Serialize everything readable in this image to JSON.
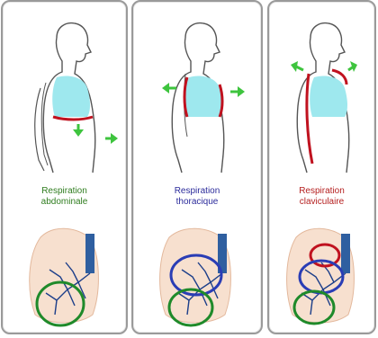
{
  "panels": [
    {
      "label_line1": "Respiration",
      "label_line2": "abdominale",
      "label_color": "#2f7d1f",
      "highlight_color": "#c0121f",
      "arrow_color": "#3ec43e",
      "lung_circle_colors": [
        "#1f8a2a"
      ]
    },
    {
      "label_line1": "Respiration",
      "label_line2": "thoracique",
      "label_color": "#2b2b9b",
      "highlight_color": "#c0121f",
      "arrow_color": "#3ec43e",
      "lung_circle_colors": [
        "#2a3db5",
        "#1f8a2a"
      ]
    },
    {
      "label_line1": "Respiration",
      "label_line2": "claviculaire",
      "label_color": "#b52020",
      "highlight_color": "#c0121f",
      "arrow_color": "#3ec43e",
      "lung_circle_colors": [
        "#c0121f",
        "#2a3db5",
        "#1f8a2a"
      ]
    }
  ],
  "colors": {
    "lung_fill": "#9ee8ee",
    "body_outline": "#555555",
    "trachea": "#2f5fa0",
    "bronchi": "#1d3f8a",
    "lung_bg": "#f7e0cf"
  }
}
